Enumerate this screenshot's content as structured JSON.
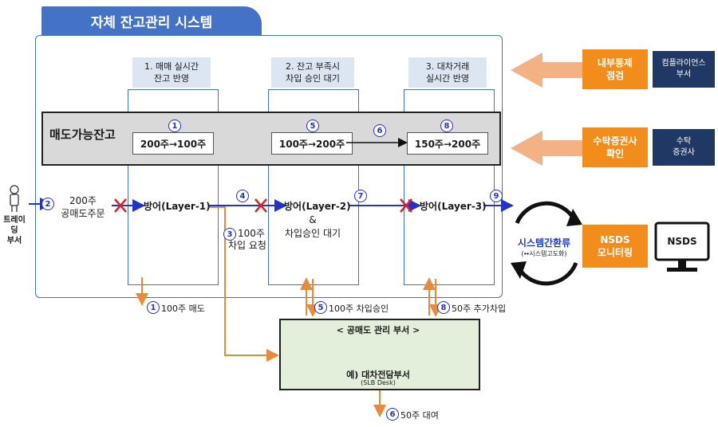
{
  "system_title": "자체 잔고관리 시스템",
  "steps": [
    {
      "line1": "1. 매매 실시간",
      "line2": "잔고 반영"
    },
    {
      "line1": "2. 잔고 부족시",
      "line2": "차입 승인 대기"
    },
    {
      "line1": "3. 대차거래",
      "line2": "실시간 반영"
    }
  ],
  "band_label": "매도가능잔고",
  "balances": [
    "200주→100주",
    "100주→200주",
    "150주→200주"
  ],
  "markers": {
    "m1": "1",
    "m2": "2",
    "m3": "3",
    "m4": "4",
    "m5": "5",
    "m6": "6",
    "m7": "7",
    "m8": "8",
    "m9": "9"
  },
  "trader": {
    "line1": "트레이딩",
    "line2": "부서"
  },
  "order": {
    "line1": "200주",
    "line2": "공매도주문"
  },
  "defenses": [
    "방어(Layer-1)",
    "방어(Layer-2)",
    "방어(Layer-3)"
  ],
  "defense2_sub": {
    "amp": "&",
    "text": "차입승인 대기"
  },
  "borrow_request": {
    "line1": "100주",
    "line2": "차입 요청"
  },
  "flows": {
    "sell": "100주 매도",
    "approve": "100주 차입승인",
    "extra": "50주 추가차입",
    "lend": "50주 대여"
  },
  "dept": {
    "title": "< 공매도 관리 부서 >",
    "name": "예) 대차전담부서",
    "sub": "(SLB Desk)"
  },
  "right_panel": [
    {
      "orange_l1": "내부통제",
      "orange_l2": "점검",
      "navy_l1": "컴플라이언스",
      "navy_l2": "부서"
    },
    {
      "orange_l1": "수탁증권사",
      "orange_l2": "확인",
      "navy_l1": "수탁",
      "navy_l2": "증권사"
    },
    {
      "orange_l1": "NSDS",
      "orange_l2": "모니터링",
      "navy_l1": "NSDS",
      "navy_l2": ""
    }
  ],
  "sync": {
    "line1": "시스템간환류",
    "line2": "(↔시스템고도화)"
  },
  "colors": {
    "blue": "#4472c4",
    "orange": "#f28c1a",
    "navy": "#1f3864",
    "flow_blue": "#2233cc",
    "red": "#e02020",
    "green": "#e2efda"
  }
}
